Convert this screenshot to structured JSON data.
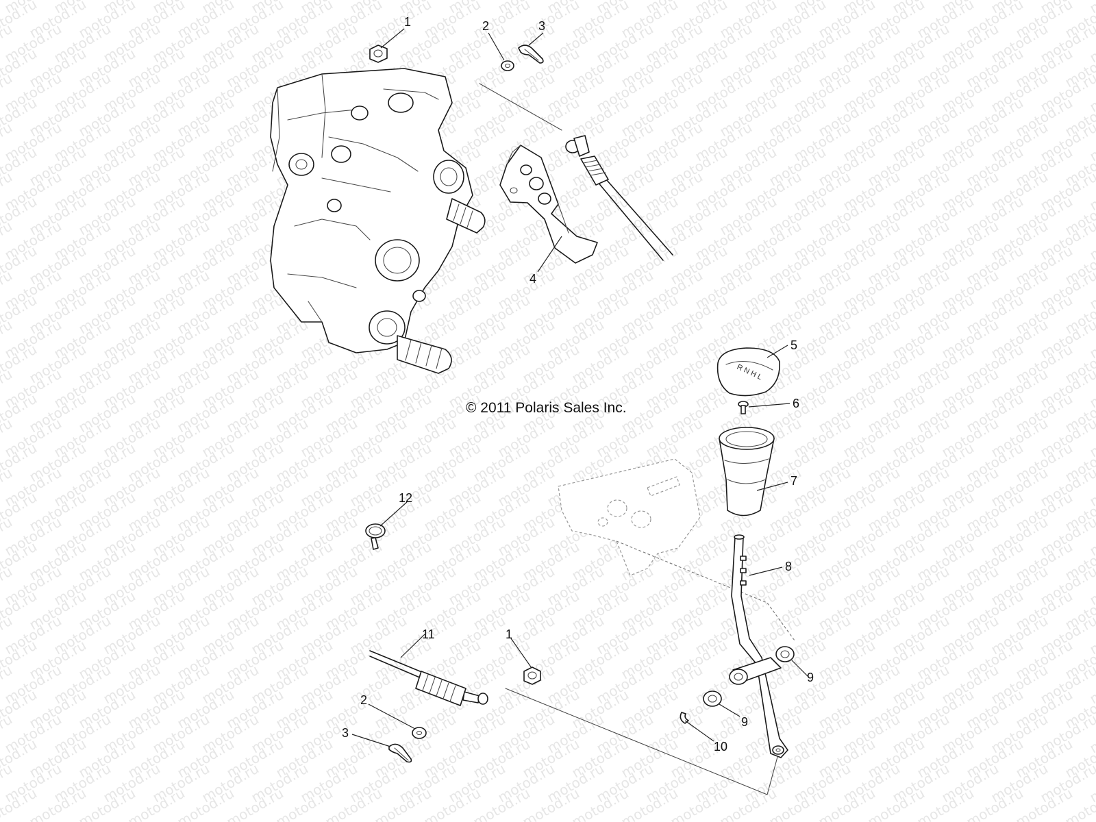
{
  "watermark": "motod.ru",
  "copyright": "© 2011 Polaris Sales Inc.",
  "callouts": [
    {
      "id": "c1-top",
      "label": "1"
    },
    {
      "id": "c2-top",
      "label": "2"
    },
    {
      "id": "c3-top",
      "label": "3"
    },
    {
      "id": "c4",
      "label": "4"
    },
    {
      "id": "c5",
      "label": "5"
    },
    {
      "id": "c6",
      "label": "6"
    },
    {
      "id": "c7",
      "label": "7"
    },
    {
      "id": "c8",
      "label": "8"
    },
    {
      "id": "c9-right",
      "label": "9"
    },
    {
      "id": "c9-low",
      "label": "9"
    },
    {
      "id": "c10",
      "label": "10"
    },
    {
      "id": "c11",
      "label": "11"
    },
    {
      "id": "c12",
      "label": "12"
    },
    {
      "id": "c1-bottom",
      "label": "1"
    },
    {
      "id": "c2-bottom",
      "label": "2"
    },
    {
      "id": "c3-bottom",
      "label": "3"
    }
  ]
}
